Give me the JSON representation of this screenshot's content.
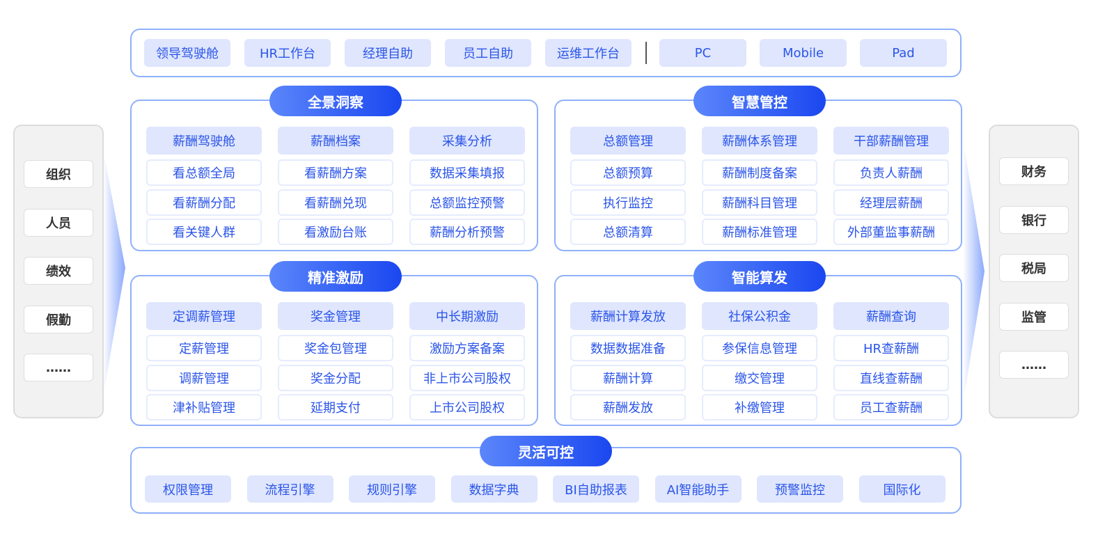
{
  "top_bar": {
    "roles": [
      "领导驾驶舱",
      "HR工作台",
      "经理自助",
      "员工自助",
      "运维工作台"
    ],
    "devices": [
      "PC",
      "Mobile",
      "Pad"
    ]
  },
  "left_panel": {
    "items": [
      "组织",
      "人员",
      "绩效",
      "假勤",
      "……"
    ]
  },
  "right_panel": {
    "items": [
      "财务",
      "银行",
      "税局",
      "监管",
      "……"
    ]
  },
  "modules": [
    {
      "title": "全景洞察",
      "columns": [
        {
          "header": "薪酬驾驶舱",
          "items": [
            "看总额全局",
            "看薪酬分配",
            "看关键人群"
          ]
        },
        {
          "header": "薪酬档案",
          "items": [
            "看薪酬方案",
            "看薪酬兑现",
            "看激励台账"
          ]
        },
        {
          "header": "采集分析",
          "items": [
            "数据采集填报",
            "总额监控预警",
            "薪酬分析预警"
          ]
        }
      ]
    },
    {
      "title": "智慧管控",
      "columns": [
        {
          "header": "总额管理",
          "items": [
            "总额预算",
            "执行监控",
            "总额清算"
          ]
        },
        {
          "header": "薪酬体系管理",
          "items": [
            "薪酬制度备案",
            "薪酬科目管理",
            "薪酬标准管理"
          ]
        },
        {
          "header": "干部薪酬管理",
          "items": [
            "负责人薪酬",
            "经理层薪酬",
            "外部董监事薪酬"
          ]
        }
      ]
    },
    {
      "title": "精准激励",
      "columns": [
        {
          "header": "定调薪管理",
          "items": [
            "定薪管理",
            "调薪管理",
            "津补贴管理"
          ]
        },
        {
          "header": "奖金管理",
          "items": [
            "奖金包管理",
            "奖金分配",
            "延期支付"
          ]
        },
        {
          "header": "中长期激励",
          "items": [
            "激励方案备案",
            "非上市公司股权",
            "上市公司股权"
          ]
        }
      ]
    },
    {
      "title": "智能算发",
      "columns": [
        {
          "header": "薪酬计算发放",
          "items": [
            "数据数据准备",
            "薪酬计算",
            "薪酬发放"
          ]
        },
        {
          "header": "社保公积金",
          "items": [
            "参保信息管理",
            "缴交管理",
            "补缴管理"
          ]
        },
        {
          "header": "薪酬查询",
          "items": [
            "HR查薪酬",
            "直线查薪酬",
            "员工查薪酬"
          ]
        }
      ]
    }
  ],
  "bottom": {
    "title": "灵活可控",
    "items": [
      "权限管理",
      "流程引擎",
      "规则引擎",
      "数据字典",
      "BI自助报表",
      "AI智能助手",
      "预警监控",
      "国际化"
    ]
  },
  "colors": {
    "accent": "#1a47f0",
    "chip_fill": "#dfe6fe",
    "border": "#8fb0fb",
    "text": "#2b55e8"
  }
}
